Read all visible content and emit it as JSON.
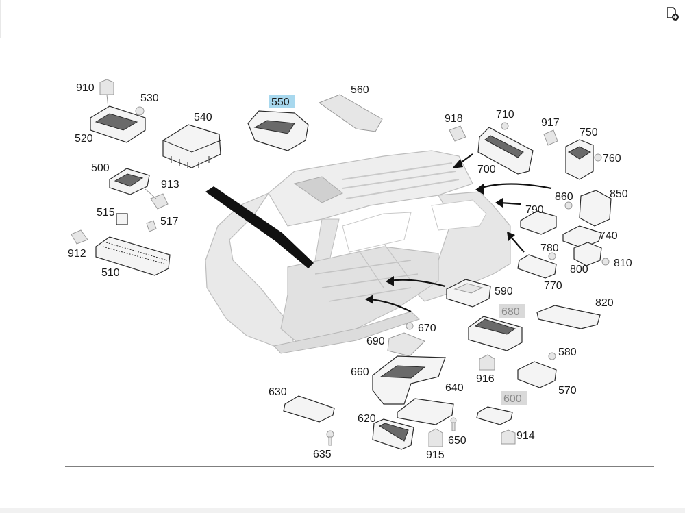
{
  "toolbar": {
    "add_icon": "add-to-list-icon"
  },
  "callouts": {
    "c910": "910",
    "c530": "530",
    "c520": "520",
    "c540": "540",
    "c550": "550",
    "c560": "560",
    "c500": "500",
    "c913": "913",
    "c515": "515",
    "c517": "517",
    "c912": "912",
    "c510": "510",
    "c918": "918",
    "c710": "710",
    "c700": "700",
    "c917": "917",
    "c750": "750",
    "c760": "760",
    "c860": "860",
    "c850": "850",
    "c790": "790",
    "c740": "740",
    "c780": "780",
    "c800": "800",
    "c810": "810",
    "c770": "770",
    "c590": "590",
    "c680": "680",
    "c820": "820",
    "c670": "670",
    "c690": "690",
    "c916": "916",
    "c580": "580",
    "c660": "660",
    "c570": "570",
    "c630": "630",
    "c640": "640",
    "c600": "600",
    "c620": "620",
    "c650": "650",
    "c914": "914",
    "c635": "635",
    "c915": "915"
  },
  "colors": {
    "highlight": "#a8d8ee",
    "gray_tag": "#d9d9d9",
    "ink": "#1a1a1a"
  }
}
